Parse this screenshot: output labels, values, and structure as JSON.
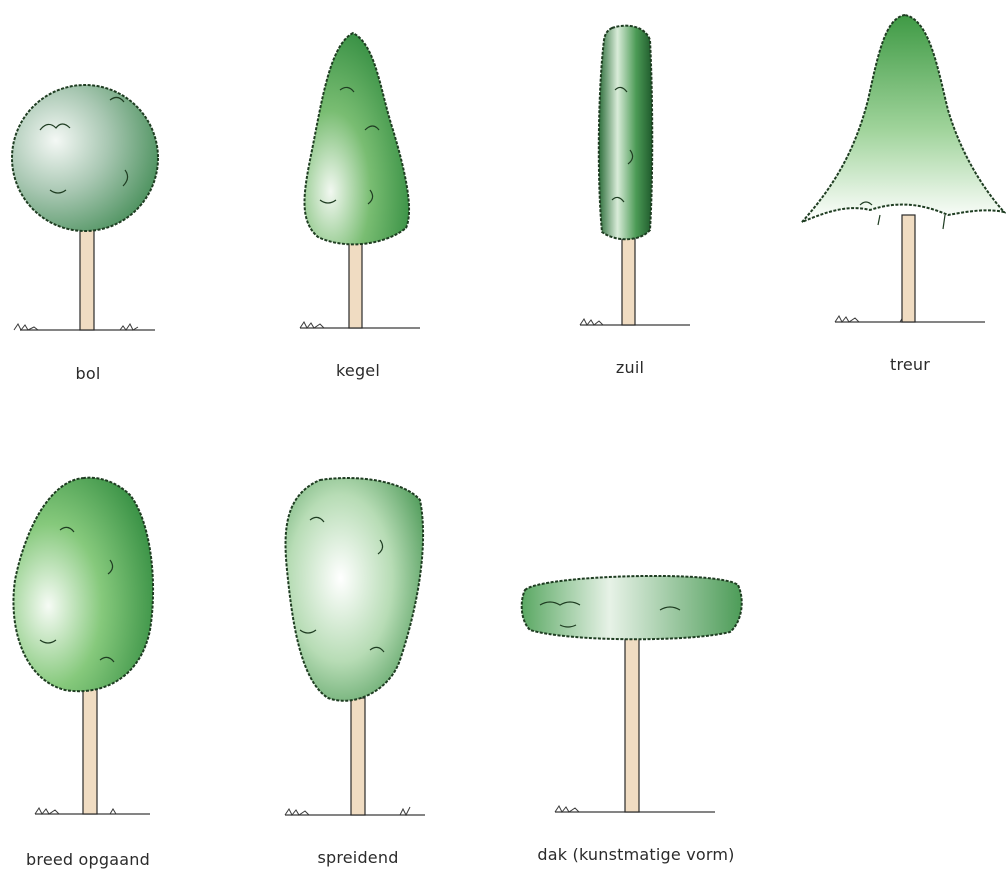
{
  "colors": {
    "foliage_dark": "#2f7a3c",
    "foliage_mid": "#5fae5a",
    "foliage_light": "#e9f4ea",
    "outline": "#1f3d22",
    "trunk": "#f0dcc2",
    "trunk_outline": "#2a2a2a",
    "grass": "#3a3a3a",
    "label": "#2b2b2b"
  },
  "trees": [
    {
      "label": "bol",
      "icon": "round-tree-icon"
    },
    {
      "label": "kegel",
      "icon": "conical-tree-icon"
    },
    {
      "label": "zuil",
      "icon": "columnar-tree-icon"
    },
    {
      "label": "treur",
      "icon": "weeping-tree-icon"
    },
    {
      "label": "breed opgaand",
      "icon": "broad-upright-tree-icon"
    },
    {
      "label": "spreidend",
      "icon": "spreading-tree-icon"
    },
    {
      "label": "dak (kunstmatige vorm)",
      "icon": "roof-shaped-tree-icon"
    }
  ]
}
